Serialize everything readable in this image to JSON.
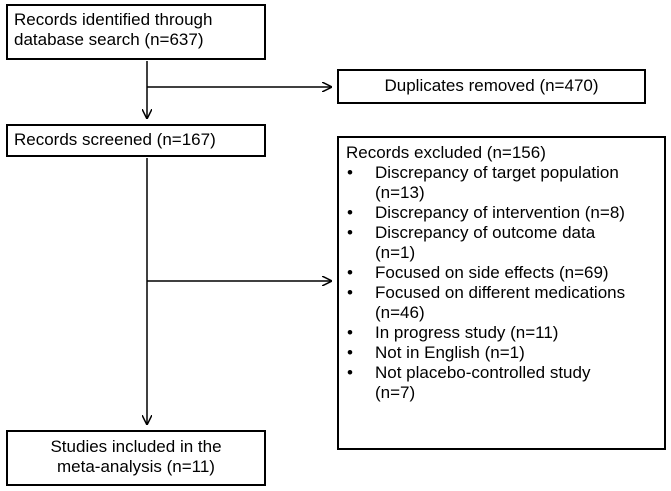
{
  "boxes": {
    "identified": "Records identified through\ndatabase search (n=637)",
    "duplicates": "Duplicates removed (n=470)",
    "screened": "Records screened (n=167)",
    "excluded": {
      "title": "Records excluded (n=156)",
      "items": [
        "Discrepancy of target population\n(n=13)",
        "Discrepancy of intervention (n=8)",
        "Discrepancy of outcome data\n(n=1)",
        "Focused on side effects (n=69)",
        "Focused on different medications\n(n=46)",
        "In progress study (n=11)",
        "Not in English (n=1)",
        "Not placebo-controlled study\n(n=7)"
      ],
      "bullet": "•"
    },
    "included": "Studies included in the\nmeta-analysis (n=11)"
  }
}
